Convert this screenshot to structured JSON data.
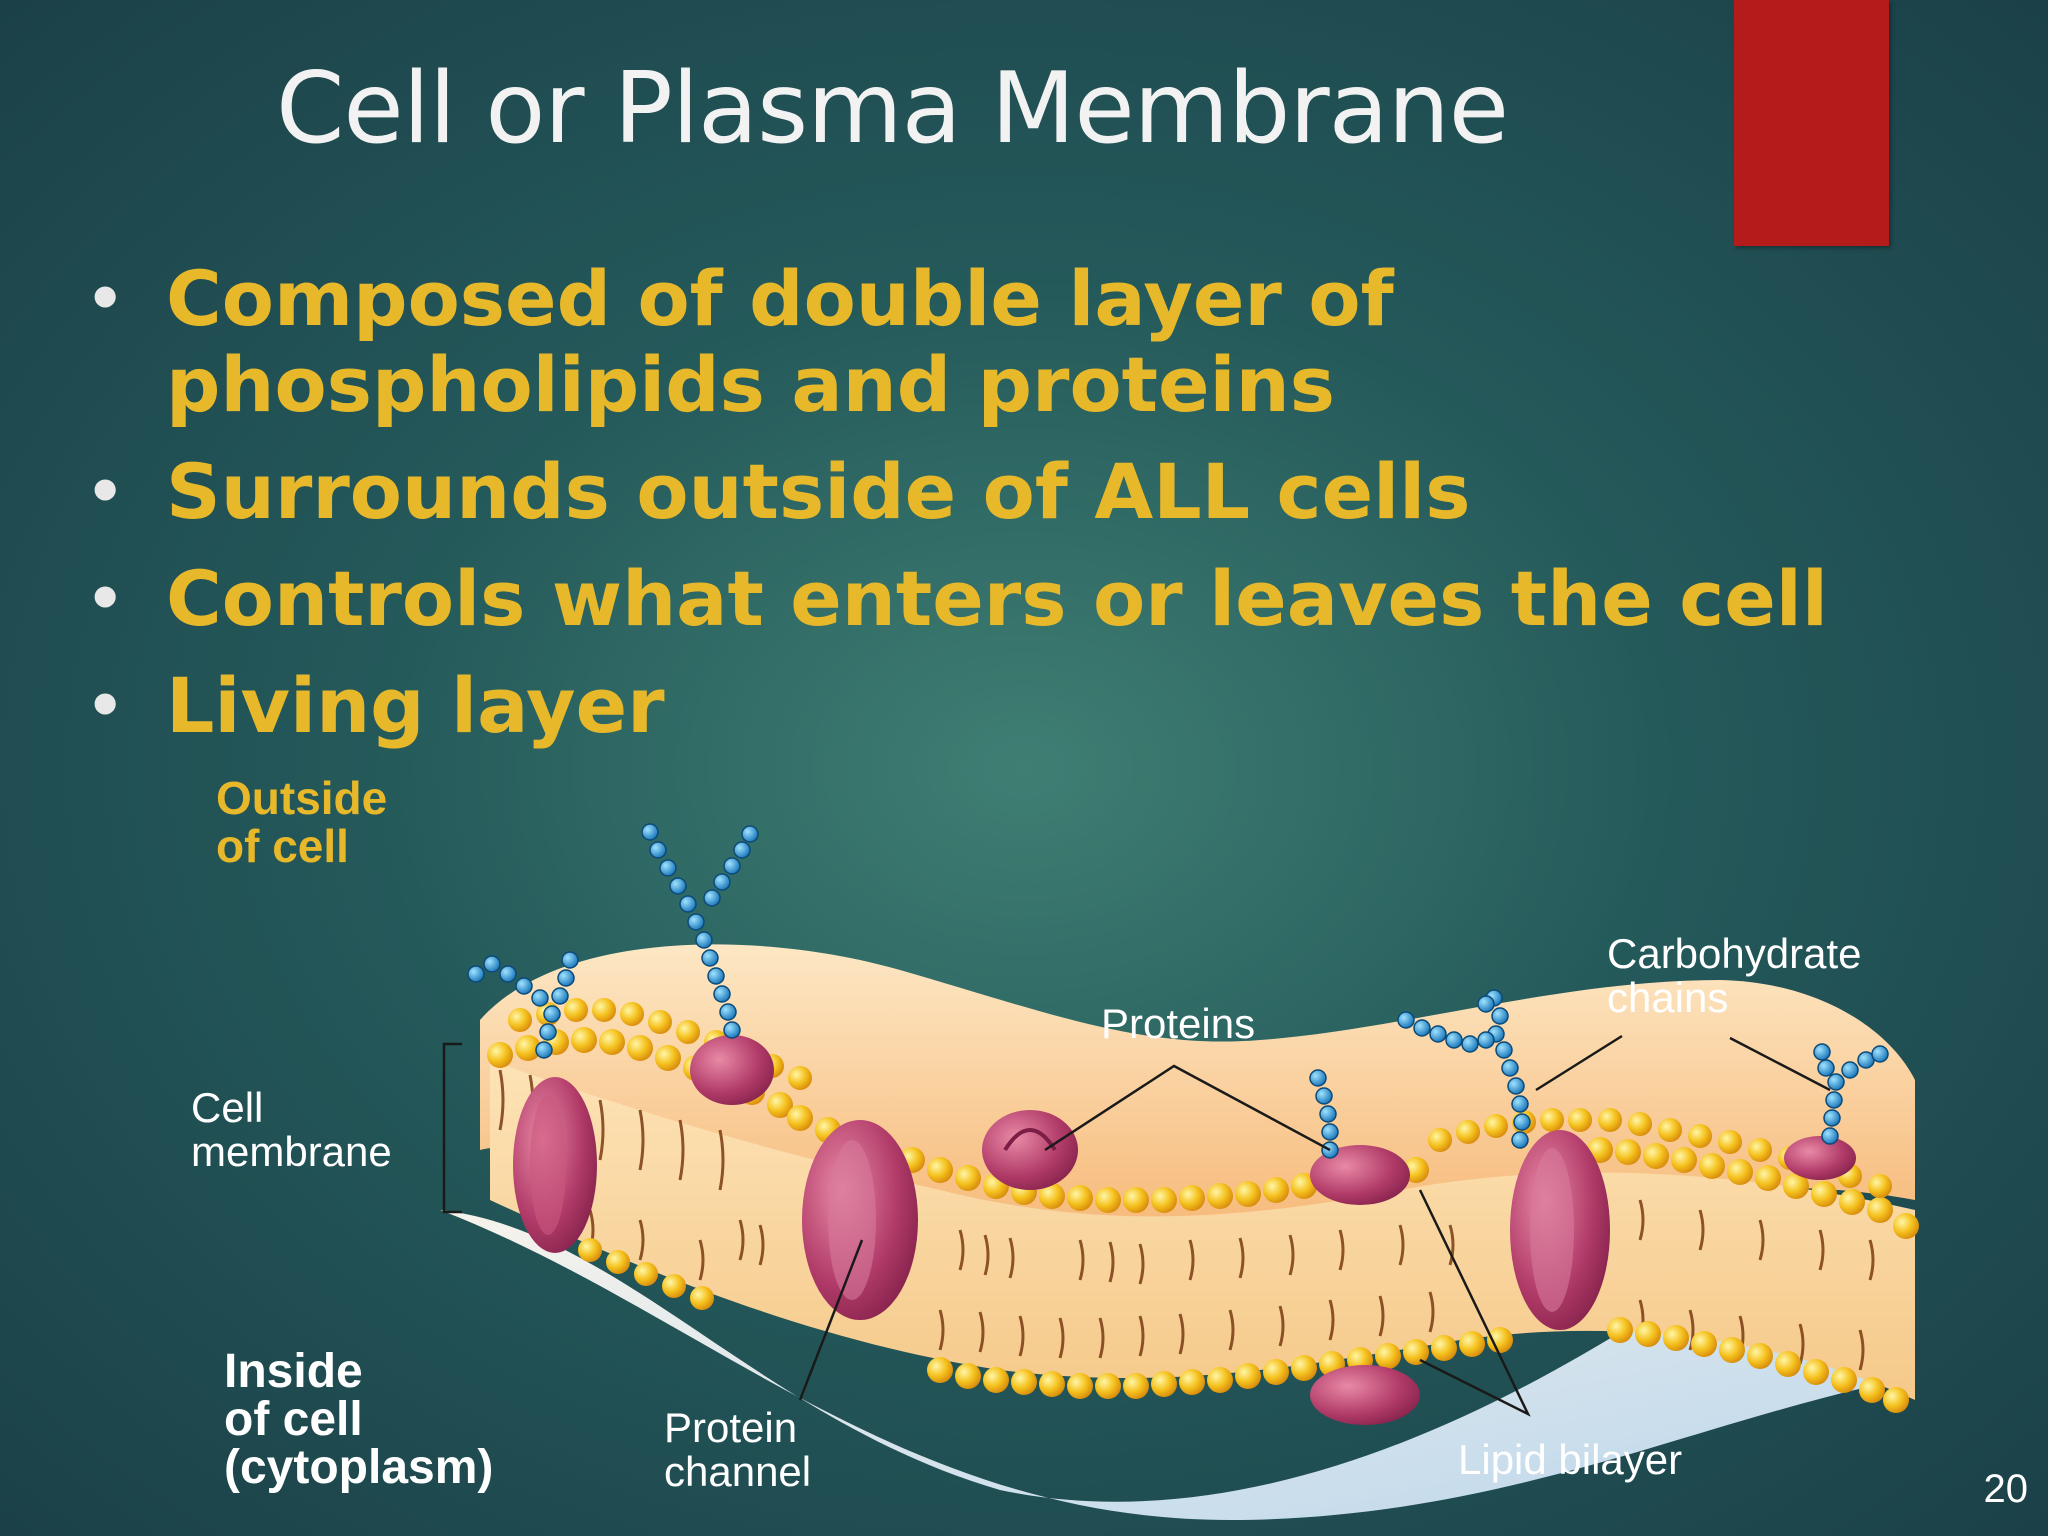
{
  "slide": {
    "title": "Cell or Plasma Membrane",
    "bullets": [
      "Composed of double layer of phospholipids and proteins",
      "Surrounds outside of ALL cells",
      "Controls what enters or leaves the cell",
      "Living layer"
    ],
    "bullet_glyph": "•",
    "page_number": "20"
  },
  "diagram": {
    "labels": {
      "outside": [
        "Outside",
        "of cell"
      ],
      "cell_membrane": [
        "Cell",
        "membrane"
      ],
      "inside": [
        "Inside",
        "of cell",
        "(cytoplasm)"
      ],
      "protein_channel": [
        "Protein",
        "channel"
      ],
      "proteins": "Proteins",
      "carbohydrate": [
        "Carbohydrate",
        "chains"
      ],
      "lipid_bilayer": "Lipid bilayer"
    }
  },
  "colors": {
    "accent": "#b41c1c",
    "bullet_text": "#e8b82b",
    "title_text": "#f2f2f2",
    "background": "#24595a"
  }
}
